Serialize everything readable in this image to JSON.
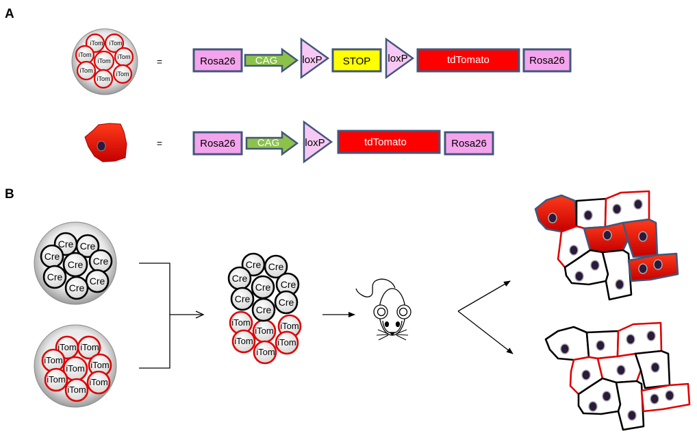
{
  "panels": {
    "a": "A",
    "b": "B"
  },
  "construct_1": {
    "equals": "=",
    "rosa26_left": "Rosa26",
    "cag": "CAG",
    "loxp_1": "loxP",
    "stop": "STOP",
    "loxp_2": "loxP",
    "tdtomato": "tdTomato",
    "rosa26_right": "Rosa26"
  },
  "construct_2": {
    "equals": "=",
    "rosa26_left": "Rosa26",
    "cag": "CAG",
    "loxp": "loxP",
    "tdtomato": "tdTomato",
    "rosa26_right": "Rosa26"
  },
  "labels": {
    "cre": "Cre",
    "itom": "iTom"
  },
  "colors": {
    "rosa_fill": "#f4a4ec",
    "cag_fill": "#8dc24a",
    "loxp_fill": "#f7c8f4",
    "stop_fill": "#ffff00",
    "tomato_red": "#ff0000",
    "box_border": "#41577b",
    "cell_border_red": "#e00000",
    "nucleus": "#2a1a3c"
  },
  "icons": [
    "mouse-icon",
    "embryo-icon",
    "red-cell-icon",
    "arrow-icon"
  ]
}
